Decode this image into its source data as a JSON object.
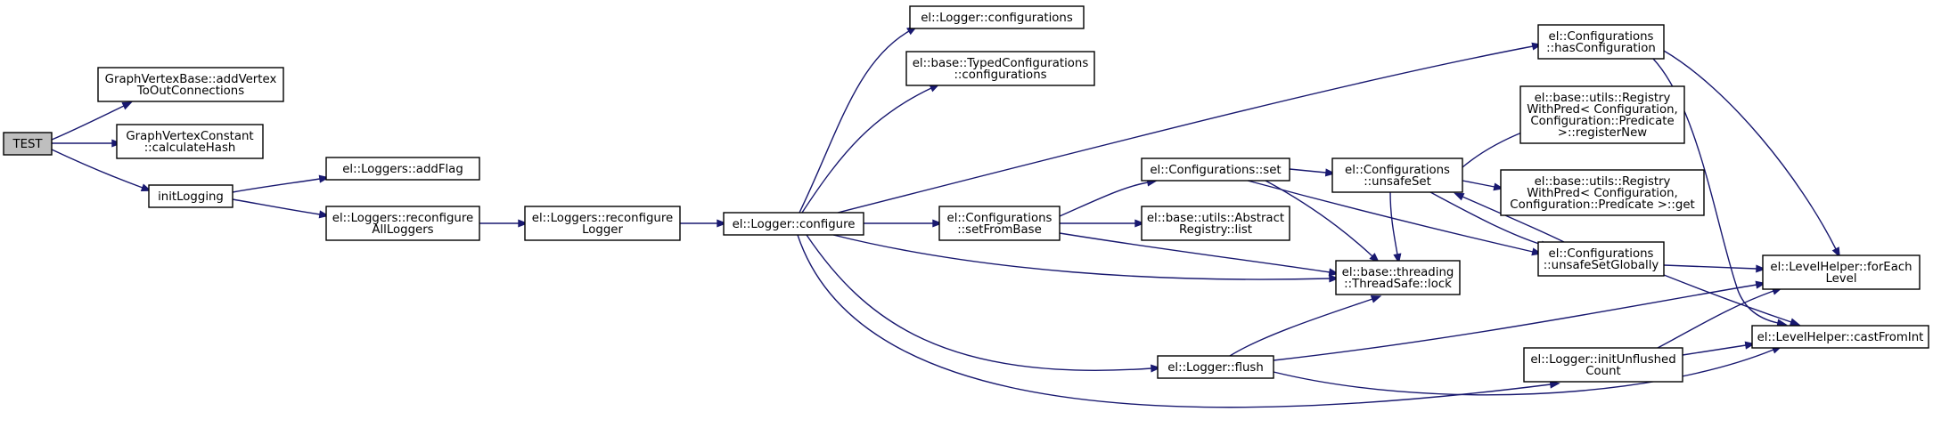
{
  "nodes": {
    "test": [
      "TEST"
    ],
    "gvb_add": [
      "GraphVertexBase::addVertex",
      "ToOutConnections"
    ],
    "gvc_hash": [
      "GraphVertexConstant",
      "::calculateHash"
    ],
    "initlogging": [
      "initLogging"
    ],
    "loggers_addflag": [
      "el::Loggers::addFlag"
    ],
    "loggers_reconf_all": [
      "el::Loggers::reconfigure",
      "AllLoggers"
    ],
    "loggers_reconf": [
      "el::Loggers::reconfigure",
      "Logger"
    ],
    "logger_configure": [
      "el::Logger::configure"
    ],
    "logger_configurations": [
      "el::Logger::configurations"
    ],
    "typed_configs": [
      "el::base::TypedConfigurations",
      "::configurations"
    ],
    "configs_setfrombase": [
      "el::Configurations",
      "::setFromBase"
    ],
    "configs_set": [
      "el::Configurations::set"
    ],
    "abstract_list": [
      "el::base::utils::Abstract",
      "Registry::list"
    ],
    "threadsafe_lock": [
      "el::base::threading",
      "::ThreadSafe::lock"
    ],
    "logger_flush": [
      "el::Logger::flush"
    ],
    "configs_hasconf": [
      "el::Configurations",
      "::hasConfiguration"
    ],
    "configs_unsafeset": [
      "el::Configurations",
      "::unsafeSet"
    ],
    "registry_registernew": [
      "el::base::utils::Registry",
      "WithPred< Configuration,",
      "Configuration::Predicate",
      ">::registerNew"
    ],
    "registry_get": [
      "el::base::utils::Registry",
      "WithPred< Configuration,",
      "Configuration::Predicate >::get"
    ],
    "configs_unsafesetglobally": [
      "el::Configurations",
      "::unsafeSetGlobally"
    ],
    "logger_initunflushed": [
      "el::Logger::initUnflushed",
      "Count"
    ],
    "levelhelper_foreach": [
      "el::LevelHelper::forEach",
      "Level"
    ],
    "levelhelper_castfromint": [
      "el::LevelHelper::castFromInt"
    ]
  }
}
